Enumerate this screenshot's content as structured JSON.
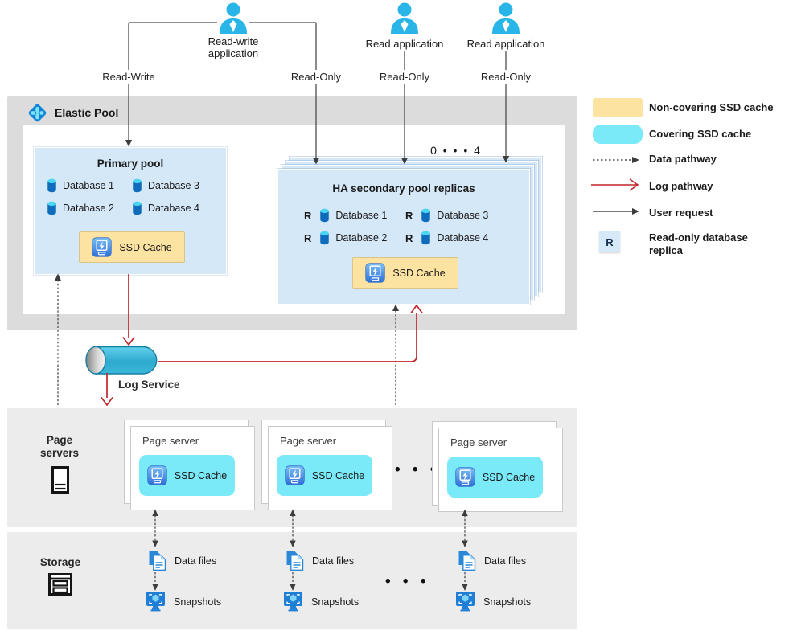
{
  "users": {
    "read_write_app_label": "Read-write application",
    "read_app_labels": [
      "Read application",
      "Read application"
    ],
    "read_write_label": "Read-Write",
    "read_only_labels": [
      "Read-Only",
      "Read-Only",
      "Read-Only"
    ]
  },
  "elastic_pool": {
    "label": "Elastic Pool",
    "primary_pool": {
      "title": "Primary pool",
      "databases": [
        "Database 1",
        "Database 3",
        "Database 2",
        "Database 4"
      ],
      "ssd_cache_label": "SSD Cache"
    },
    "ha_replicas": {
      "title": "HA secondary pool replicas",
      "range_label": "0 • • • 4",
      "replica_prefix": "R",
      "databases": [
        "Database 1",
        "Database 3",
        "Database 2",
        "Database 4"
      ],
      "ssd_cache_label": "SSD Cache"
    }
  },
  "log_service": {
    "label": "Log Service"
  },
  "page_servers": {
    "section_label": "Page servers",
    "ellipsis": "• • •",
    "cards": [
      {
        "title": "Page server",
        "cache_label": "SSD Cache"
      },
      {
        "title": "Page server",
        "cache_label": "SSD Cache"
      },
      {
        "title": "Page server",
        "cache_label": "SSD Cache"
      }
    ]
  },
  "storage": {
    "section_label": "Storage",
    "ellipsis": "• • •",
    "columns": [
      {
        "data_files": "Data files",
        "snapshots": "Snapshots"
      },
      {
        "data_files": "Data files",
        "snapshots": "Snapshots"
      },
      {
        "data_files": "Data files",
        "snapshots": "Snapshots"
      }
    ]
  },
  "legend": {
    "items": [
      {
        "type": "swatch-yellow",
        "label": "Non-covering SSD cache"
      },
      {
        "type": "swatch-cyan",
        "label": "Covering SSD cache"
      },
      {
        "type": "dotted-arrow",
        "label": "Data pathway"
      },
      {
        "type": "red-arrow",
        "label": "Log pathway"
      },
      {
        "type": "solid-arrow",
        "label": "User request"
      },
      {
        "type": "r-badge",
        "badge": "R",
        "label": "Read-only database replica"
      }
    ]
  },
  "colors": {
    "non_covering_cache": "#FCE3A2",
    "covering_cache": "#7AE9F8",
    "pool_fill": "#D5E8F8",
    "container_gray": "#DCDCDC",
    "band_gray": "#ECECEC",
    "log_red": "#C1262C",
    "line_dark": "#4D4D4D",
    "database_blue": "#0F6CBD",
    "person_cyan": "#29B5E8",
    "replica_badge_bg": "#D6E9F8"
  }
}
